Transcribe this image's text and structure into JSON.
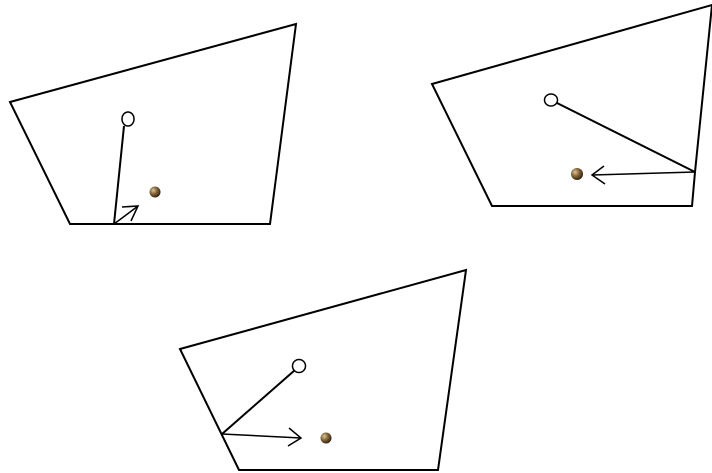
{
  "diagram": {
    "panels": [
      {
        "id": "panel-top-left",
        "quad_outline": true,
        "hollow_circle": true,
        "bronze_ball": true,
        "line_to_edge": true,
        "arrow": true
      },
      {
        "id": "panel-top-right",
        "quad_outline": true,
        "hollow_circle": true,
        "bronze_ball": true,
        "line_to_edge": true,
        "arrow": true
      },
      {
        "id": "panel-bottom",
        "quad_outline": true,
        "hollow_circle": true,
        "bronze_ball": true,
        "line_to_edge": true,
        "arrow": true
      }
    ],
    "colors": {
      "stroke": "#000000",
      "background": "#ffffff",
      "ball_light": "#d8c6a0",
      "ball_mid": "#8a6a3a",
      "ball_dark": "#2a1e10"
    }
  }
}
